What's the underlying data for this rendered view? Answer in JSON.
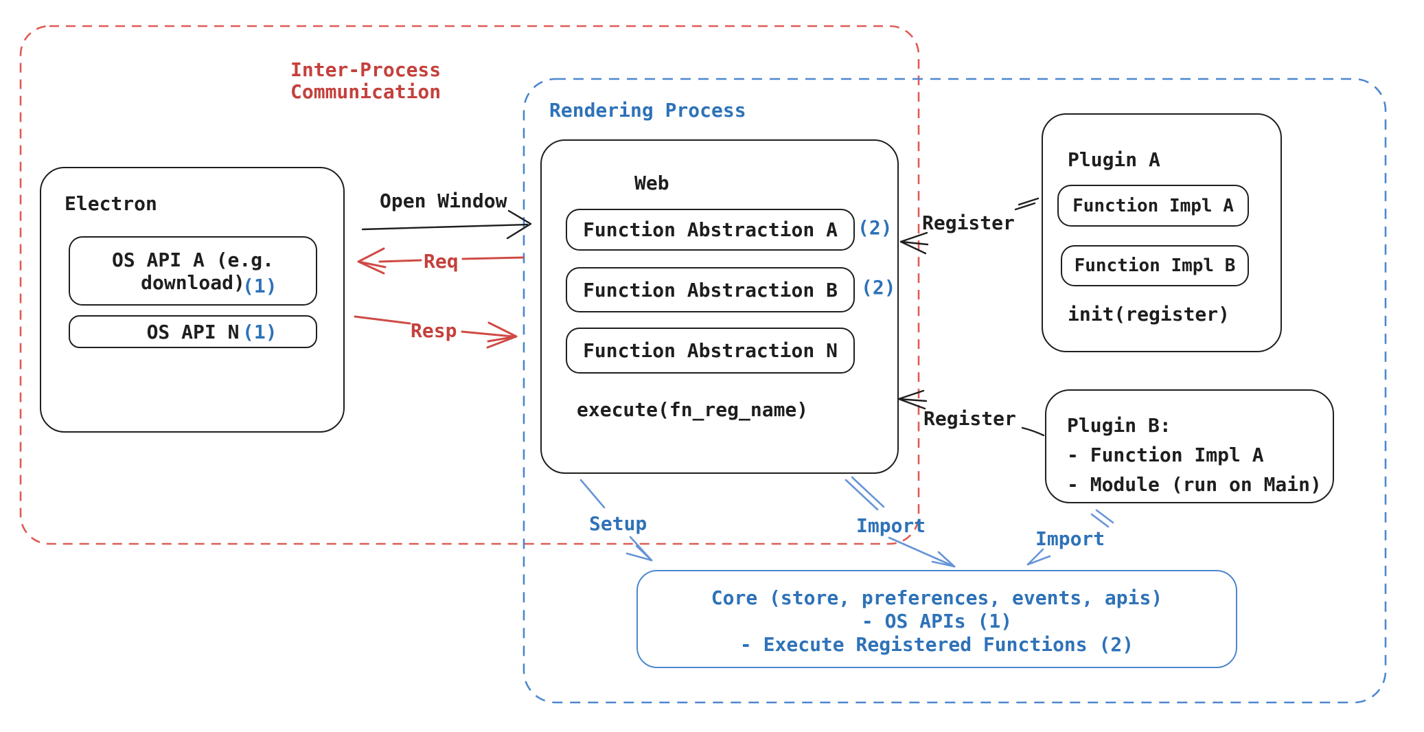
{
  "regions": {
    "ipc_label_line1": "Inter-Process",
    "ipc_label_line2": "Communication",
    "rendering_process_label": "Rendering Process"
  },
  "electron": {
    "title": "Electron",
    "os_api_a_line1": "OS API A (e.g.",
    "os_api_a_line2": "download)",
    "os_api_a_badge": "(1)",
    "os_api_n": "OS API N",
    "os_api_n_badge": "(1)"
  },
  "web": {
    "title": "Web",
    "fa_a": "Function Abstraction A",
    "fa_a_badge": "(2)",
    "fa_b": "Function Abstraction B",
    "fa_b_badge": "(2)",
    "fa_n": "Function Abstraction N",
    "execute": "execute(fn_reg_name)"
  },
  "plugin_a": {
    "title": "Plugin A",
    "impl_a": "Function Impl A",
    "impl_b": "Function Impl B",
    "init": "init(register)"
  },
  "plugin_b": {
    "title": "Plugin B:",
    "item1": "- Function Impl A",
    "item2": "- Module (run on Main)"
  },
  "core": {
    "line1": "Core (store, preferences, events, apis)",
    "line2": "- OS APIs (1)",
    "line3": "- Execute Registered Functions (2)"
  },
  "arrows": {
    "open_window": "Open Window",
    "req": "Req",
    "resp": "Resp",
    "register_a": "Register",
    "register_b": "Register",
    "setup": "Setup",
    "import_web": "Import",
    "import_plugin": "Import"
  },
  "colors": {
    "ink": "#1e1e1e",
    "red_text": "#c4403c",
    "red_border": "#e05a54",
    "red_arrow": "#cf4a45",
    "blue_text": "#2e72b8",
    "blue_border": "#4b87cf",
    "blue_arrow": "#6694d6"
  }
}
